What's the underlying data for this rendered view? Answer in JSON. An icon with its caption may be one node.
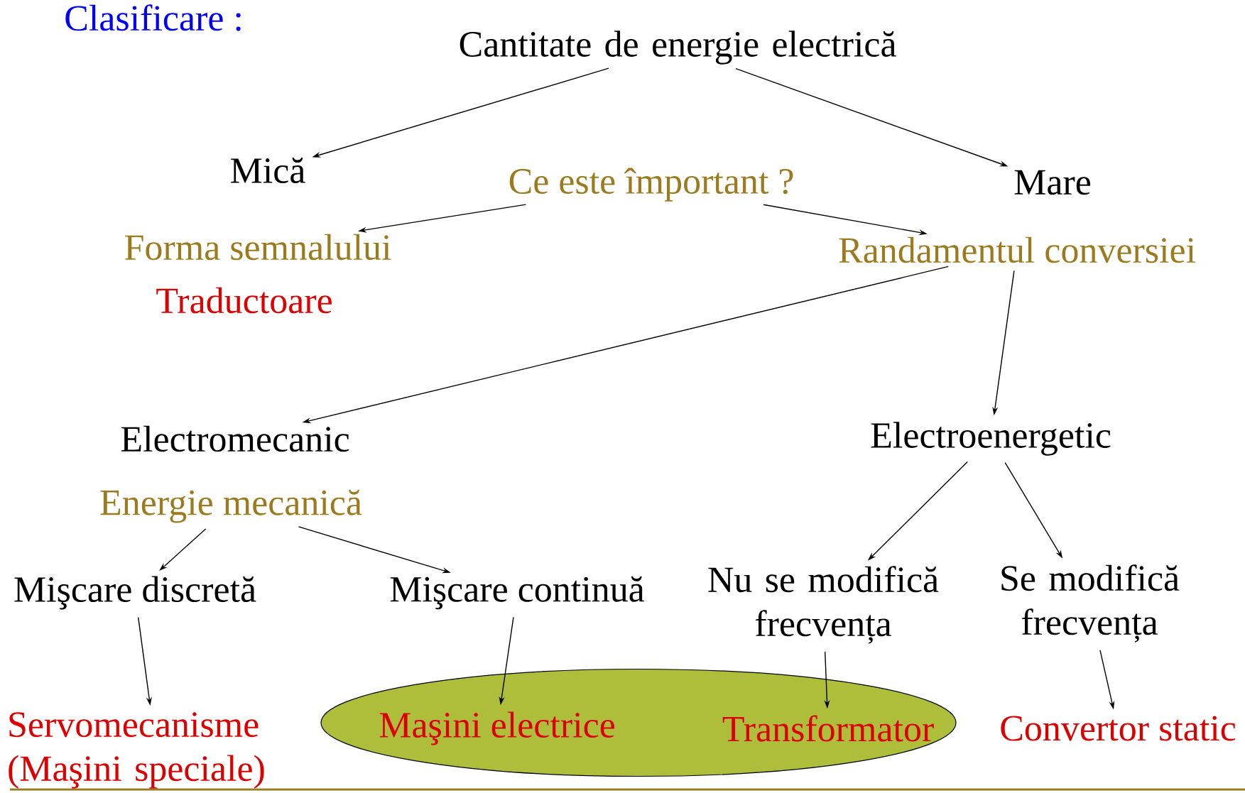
{
  "diagram": {
    "title": "Clasificare :",
    "nodes": [
      {
        "text": [
          "Cantitate de energie electrică"
        ]
      },
      {
        "text": [
          "Mică"
        ]
      },
      {
        "text": [
          "Ce este împortant ?"
        ]
      },
      {
        "text": [
          "Mare"
        ]
      },
      {
        "text": [
          "Forma semnalului"
        ]
      },
      {
        "text": [
          "Traductoare"
        ]
      },
      {
        "text": [
          "Randamentul conversiei"
        ]
      },
      {
        "text": [
          "Electromecanic"
        ]
      },
      {
        "text": [
          "Electroenergetic"
        ]
      },
      {
        "text": [
          "Energie mecanică"
        ]
      },
      {
        "text": [
          "Mişcare discretă"
        ]
      },
      {
        "text": [
          "Mişcare continuă"
        ]
      },
      {
        "text": [
          "Nu se modifică frecvența"
        ]
      },
      {
        "text": [
          "Se modifică frecvența"
        ]
      },
      {
        "text": [],
        "shape": "ellipse"
      },
      {
        "text": [
          "Maşini electrice"
        ],
        "in": 14
      },
      {
        "text": [
          "Transformator"
        ],
        "in": 14
      },
      {
        "text": [
          "Servomecanisme (Maşini speciale)"
        ]
      },
      {
        "text": [
          "Convertor static"
        ]
      }
    ],
    "edges": [
      {
        "from": 0,
        "to": 1,
        "arrow": "to"
      },
      {
        "from": 0,
        "to": 3,
        "arrow": "to"
      },
      {
        "from": 2,
        "to": 4,
        "arrow": "to"
      },
      {
        "from": 2,
        "to": 6,
        "arrow": "to"
      },
      {
        "from": 6,
        "to": 7,
        "arrow": "to"
      },
      {
        "from": 6,
        "to": 8,
        "arrow": "to"
      },
      {
        "from": 9,
        "to": 10,
        "arrow": "to"
      },
      {
        "from": 9,
        "to": 11,
        "arrow": "to"
      },
      {
        "from": 8,
        "to": 12,
        "arrow": "to"
      },
      {
        "from": 8,
        "to": 13,
        "arrow": "to"
      },
      {
        "from": 10,
        "to": 17,
        "arrow": "to"
      },
      {
        "from": 11,
        "to": 15,
        "arrow": "to"
      },
      {
        "from": 12,
        "to": 16,
        "arrow": "to"
      },
      {
        "from": 13,
        "to": 18,
        "arrow": "to"
      }
    ]
  }
}
